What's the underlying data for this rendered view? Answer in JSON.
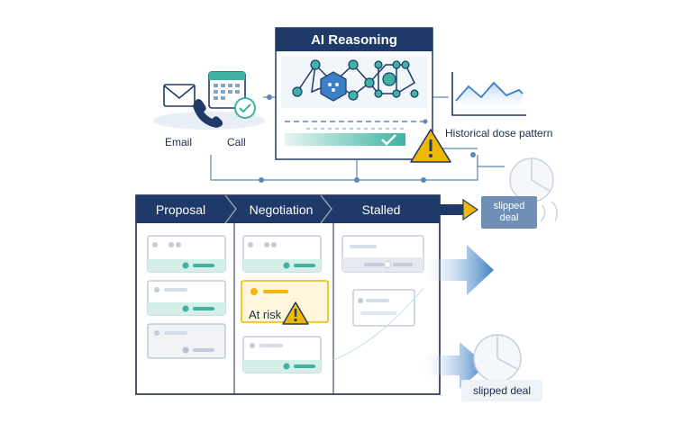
{
  "ai_panel": {
    "title": "AI Reasoning",
    "annotation": "Historical dose pattern"
  },
  "sources": [
    {
      "label": "Email",
      "icon": "envelope-icon"
    },
    {
      "label": "Call",
      "icon": "calendar-phone-icon"
    }
  ],
  "pipeline": {
    "stages": [
      "Proposal",
      "Negotiation",
      "Stalled"
    ],
    "at_risk_label": "At risk"
  },
  "outcomes": {
    "top_badge": "slipped deal",
    "bottom_badge": "slipped deal"
  },
  "colors": {
    "navy": "#1f3a68",
    "teal": "#3fb3a3",
    "warning": "#f2b705",
    "arrow_blue": "#4a86c8"
  }
}
